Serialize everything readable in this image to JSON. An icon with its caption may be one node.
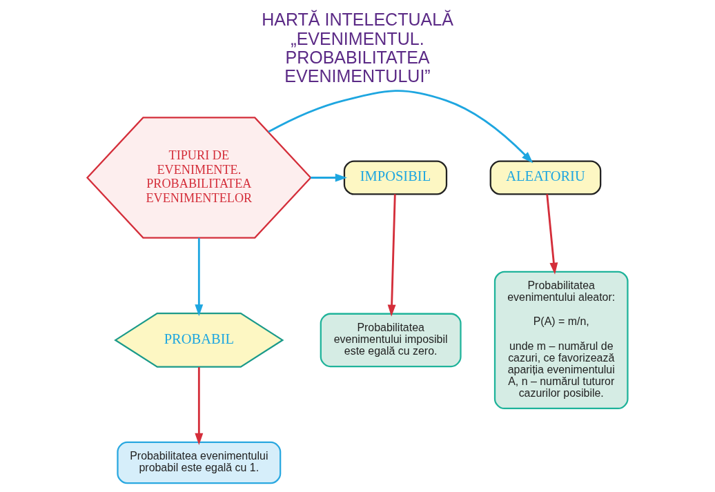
{
  "diagram": {
    "title": "HARTĂ INTELECTUALĂ „EVENIMENTUL. PROBABILITATEA EVENIMENTULUI”",
    "nodes": [
      {
        "text": [
          "TIPURI DE EVENIMENTE. PROBABILITATEA EVENIMENTELOR"
        ]
      },
      {
        "text": [
          "ALEATORIU"
        ]
      },
      {
        "text": [
          "IMPOSIBIL"
        ]
      },
      {
        "text": [
          "PROBABIL"
        ]
      },
      {
        "text": [
          "Probabilitatea evenimentului aleator:",
          "P(A) = m/n,",
          "unde m – numărul de cazuri, ce favorizează apariția evenimentului A, n – numărul tuturor cazurilor posibile."
        ]
      },
      {
        "text": [
          "Probabilitatea evenimentului imposibil este egală cu zero."
        ]
      },
      {
        "text": [
          "Probabilitatea evenimentului probabil este egală cu 1."
        ]
      }
    ],
    "edges": [
      {
        "from": 0,
        "to": 1,
        "arrow": "to"
      },
      {
        "from": 0,
        "to": 2,
        "arrow": "to"
      },
      {
        "from": 0,
        "to": 3,
        "arrow": "to"
      },
      {
        "from": 1,
        "to": 4,
        "arrow": "to",
        "color": "#d42e3a"
      },
      {
        "from": 2,
        "to": 5,
        "arrow": "to",
        "color": "#d42e3a"
      },
      {
        "from": 3,
        "to": 6,
        "arrow": "to",
        "color": "#d42e3a"
      }
    ]
  }
}
